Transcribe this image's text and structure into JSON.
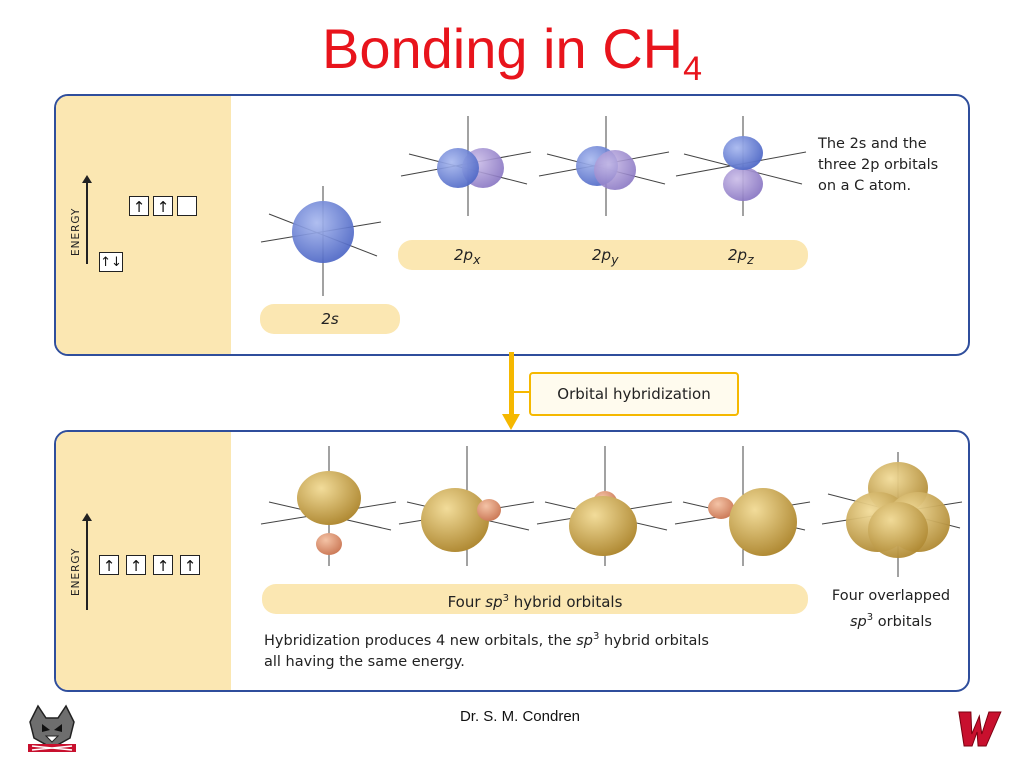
{
  "title": {
    "main": "Bonding in CH",
    "subscript": "4"
  },
  "top_panel": {
    "energy_label": "ENERGY",
    "upper_boxes": [
      "↑",
      "↑",
      ""
    ],
    "lower_boxes": [
      "↑↓"
    ],
    "orbital_2s_label": "2s",
    "p_labels": [
      {
        "base": "2p",
        "sub": "x"
      },
      {
        "base": "2p",
        "sub": "y"
      },
      {
        "base": "2p",
        "sub": "z"
      }
    ],
    "caption_lines": [
      "The 2s and the",
      "three 2p orbitals",
      "on a C atom."
    ]
  },
  "hybridization_label": "Orbital hybridization",
  "bottom_panel": {
    "energy_label": "ENERGY",
    "boxes": [
      "↑",
      "↑",
      "↑",
      "↑"
    ],
    "hybrid_pill": {
      "pre": "Four ",
      "sp": "sp",
      "sup": "3",
      "post": " hybrid orbitals"
    },
    "overlap_caption": {
      "line1": "Four overlapped",
      "sp": "sp",
      "sup": "3",
      "post": " orbitals"
    },
    "description": {
      "pre": "Hybridization produces 4 new orbitals, the ",
      "sp": "sp",
      "sup": "3",
      "post": " hybrid orbitals",
      "line2": "all having the same energy."
    }
  },
  "footer": {
    "author": "Dr. S. M. Condren"
  },
  "colors": {
    "title_red": "#e8141c",
    "panel_border": "#2f4e9c",
    "side_fill": "#fbe7b2",
    "arrow_gold": "#f5b800",
    "s_orbital": "#6f86d8",
    "p_purple": "#9a86cc",
    "hybrid_gold": "#c9a24a",
    "hybrid_small": "#e09a7a"
  }
}
